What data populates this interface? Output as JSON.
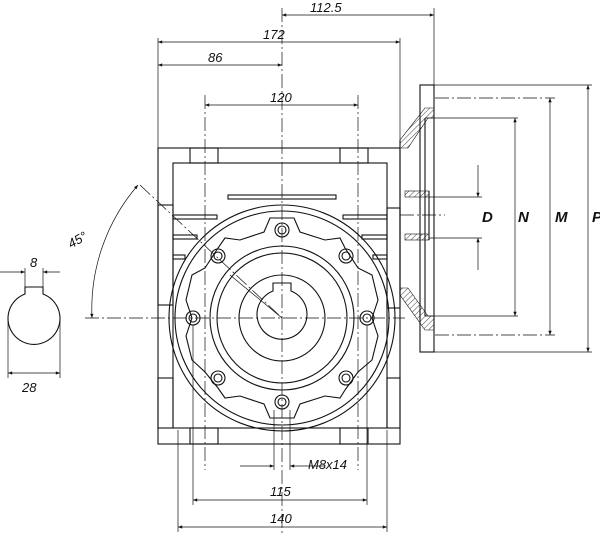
{
  "drawing": {
    "dimensions": {
      "overall_to_flange": "112.5",
      "housing_width": "172",
      "half_width": "86",
      "top_bolt_spacing": "120",
      "angle": "45°",
      "key_width": "8",
      "shaft_diameter": "28",
      "bottom_bolt_spacing": "115",
      "base_width": "140",
      "thread": "M8x14"
    },
    "flange_labels": {
      "d": "D",
      "n": "N",
      "m": "M",
      "p": "P"
    }
  }
}
